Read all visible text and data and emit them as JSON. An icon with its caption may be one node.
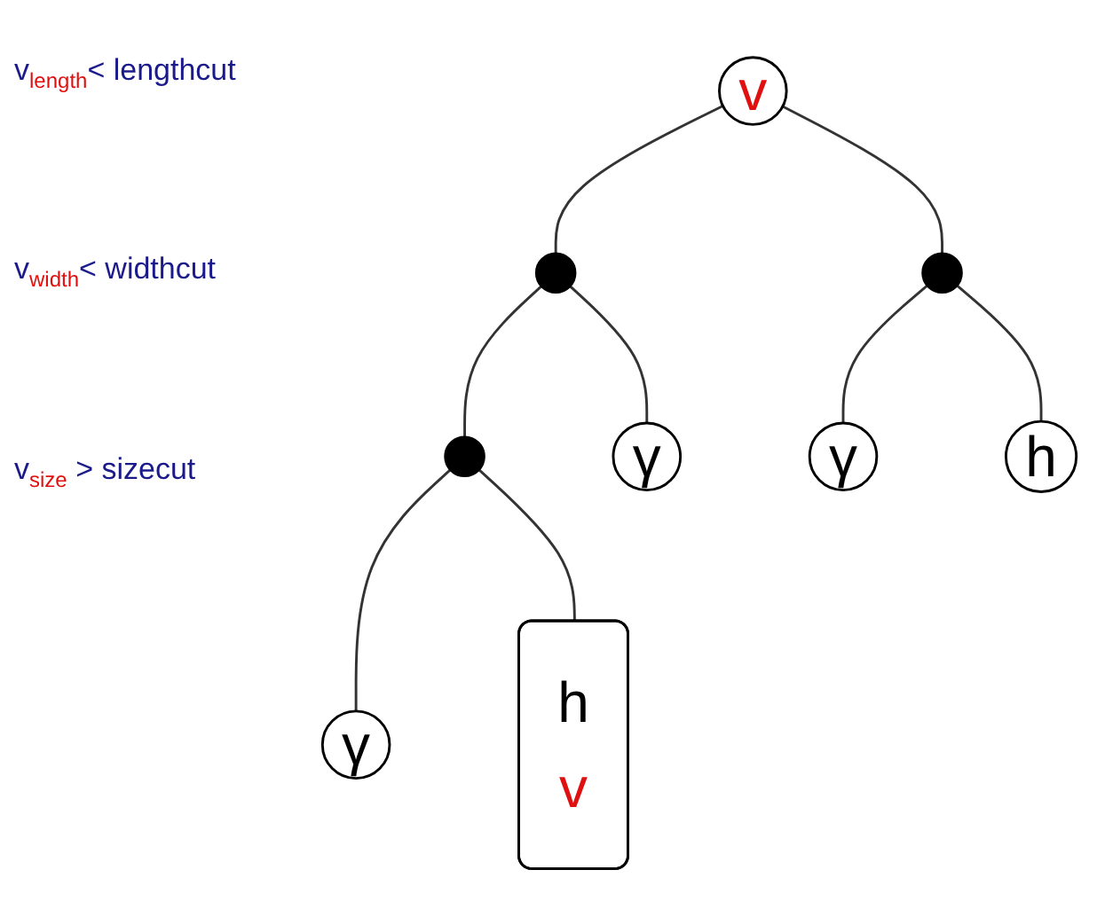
{
  "diagram": {
    "nodes": [
      {
        "text": [
          "v"
        ]
      },
      {
        "text": [],
        "shape": "circle"
      },
      {
        "text": [],
        "shape": "circle"
      },
      {
        "text": [],
        "shape": "circle"
      },
      {
        "text": [
          "γ"
        ]
      },
      {
        "text": [
          "γ"
        ]
      },
      {
        "text": [
          "h"
        ]
      },
      {
        "text": [
          "γ"
        ]
      },
      {
        "text": [
          "h",
          "v"
        ]
      }
    ],
    "edges": [
      {
        "from": 0,
        "to": 1,
        "arrow": "none"
      },
      {
        "from": 0,
        "to": 2,
        "arrow": "none"
      },
      {
        "from": 1,
        "to": 3,
        "arrow": "none"
      },
      {
        "from": 1,
        "to": 4,
        "arrow": "none"
      },
      {
        "from": 2,
        "to": 5,
        "arrow": "none"
      },
      {
        "from": 2,
        "to": 6,
        "arrow": "none"
      },
      {
        "from": 3,
        "to": 7,
        "arrow": "none"
      },
      {
        "from": 3,
        "to": 8,
        "arrow": "none"
      }
    ],
    "labels": [
      "v$_{length}$< lengthcut",
      "v$_{width}$< widthcut",
      "v$_{size}$ > sizecut"
    ]
  }
}
